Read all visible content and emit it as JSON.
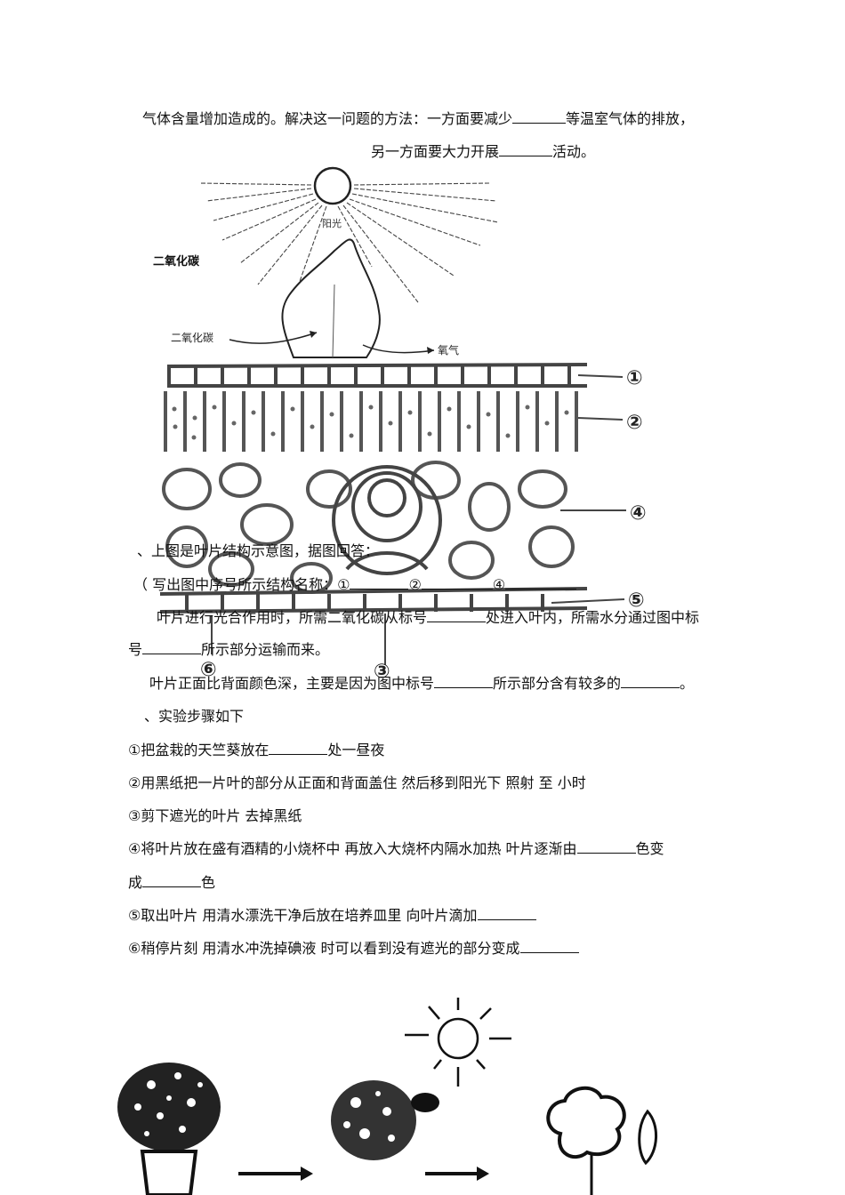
{
  "text": {
    "line1a": "气体含量增加造成的。解决这一问题的方法：一方面要减少",
    "line1b": "等温室气体的排放，",
    "line2a": "另一方面要大力开展",
    "line2b": "活动。",
    "q_intro": "、上图是叶片结构示意图，据图回答：",
    "q1_prefix": "（    写出图中序号所示结构名称：①",
    "q1_mid2": "②",
    "q1_mid4": "④",
    "q2a": "叶片进行光合作用时，所需二氧化碳从标号",
    "q2b": "处进入叶内，所需水分通过图中标",
    "q2c": "号",
    "q2d": "所示部分运输而来。",
    "q3a": "叶片正面比背面颜色深，主要是因为图中标号",
    "q3b": "所示部分含有较多的",
    "q3c": "。",
    "exp_title": "、实验步骤如下",
    "step1a": "①把盆栽的天竺葵放在",
    "step1b": "处一昼夜",
    "step2": "②用黑纸把一片叶的部分从正面和背面盖住    然后移到阳光下    照射    至    小时",
    "step3": "③剪下遮光的叶片    去掉黑纸",
    "step4a": "④将叶片放在盛有酒精的小烧杯中    再放入大烧杯内隔水加热    叶片逐渐由",
    "step4b": "色变",
    "step4c": "成",
    "step4d": "色",
    "step5a": "⑤取出叶片    用清水漂洗干净后放在培养皿里    向叶片滴加",
    "step6a": "⑥稍停片刻    用清水冲洗掉碘液  时可以看到没有遮光的部分变成"
  },
  "diagram": {
    "sunlight_label": "阳光",
    "co2_label_top": "二氧化碳",
    "co2_label_arrow": "二氧化碳",
    "o2_label": "氧气",
    "markers": [
      "①",
      "②",
      "④",
      "⑤",
      "③",
      "⑥"
    ]
  }
}
